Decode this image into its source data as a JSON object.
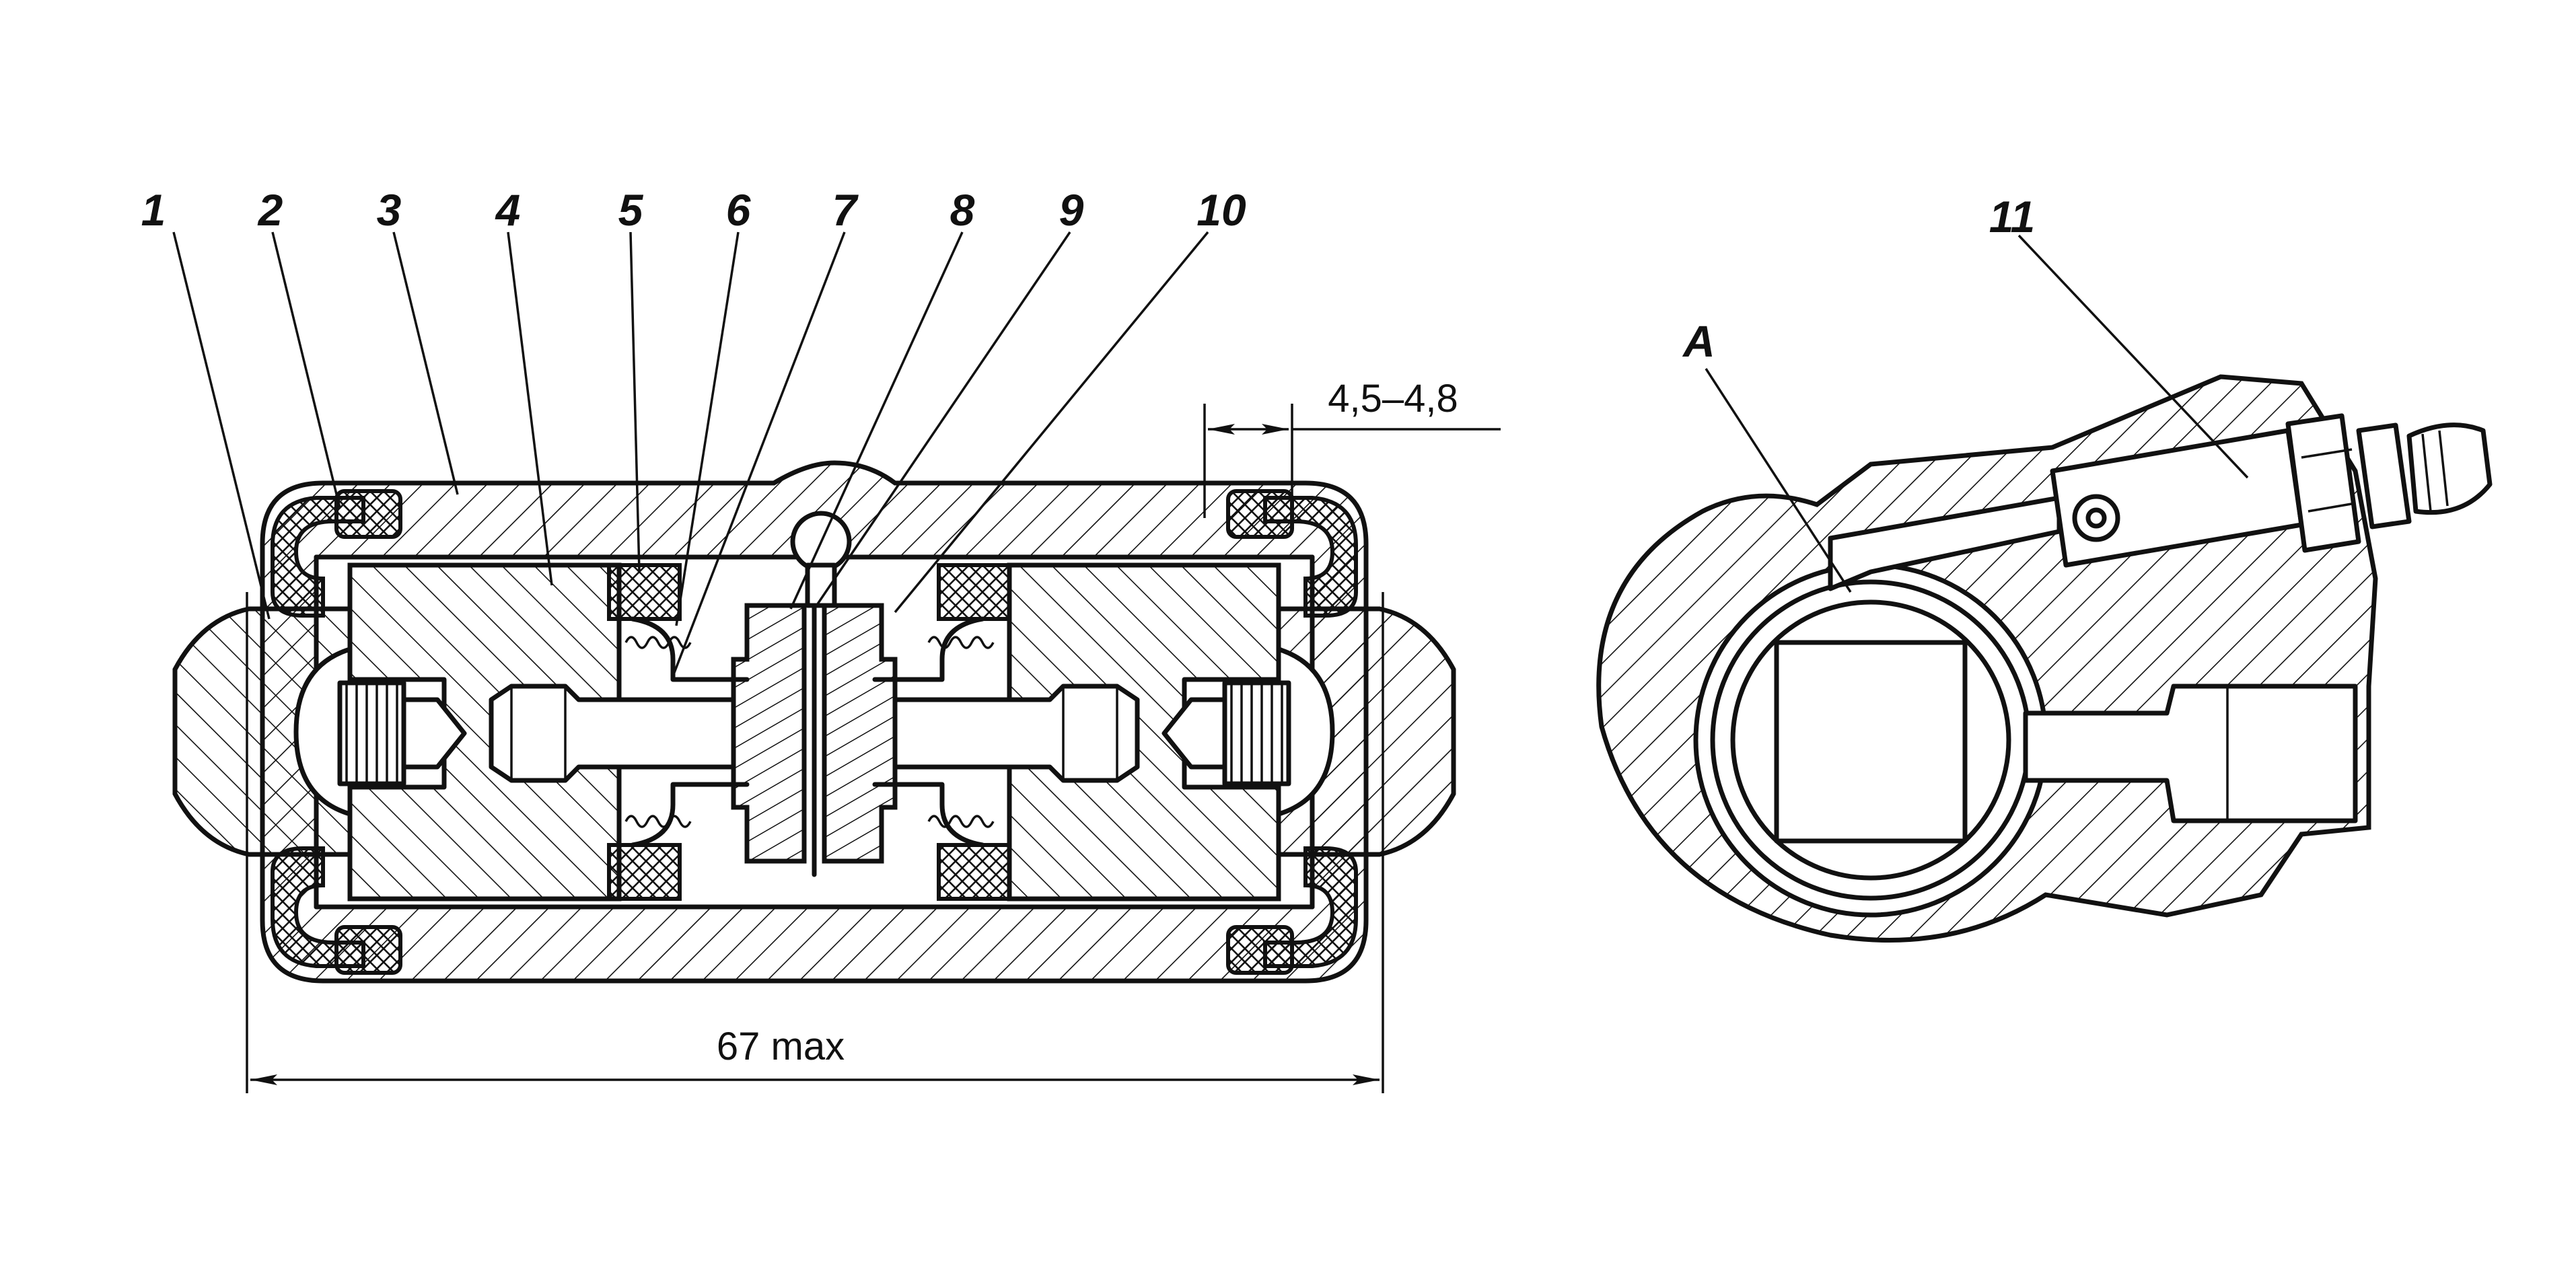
{
  "labels": [
    {
      "id": "1",
      "text": "1"
    },
    {
      "id": "2",
      "text": "2"
    },
    {
      "id": "3",
      "text": "3"
    },
    {
      "id": "4",
      "text": "4"
    },
    {
      "id": "5",
      "text": "5"
    },
    {
      "id": "6",
      "text": "6"
    },
    {
      "id": "7",
      "text": "7"
    },
    {
      "id": "8",
      "text": "8"
    },
    {
      "id": "9",
      "text": "9"
    },
    {
      "id": "10",
      "text": "10"
    },
    {
      "id": "11",
      "text": "11"
    },
    {
      "id": "A",
      "text": "A"
    }
  ],
  "dimensions": {
    "overall_length": "67 max",
    "gap": "4,5–4,8"
  }
}
